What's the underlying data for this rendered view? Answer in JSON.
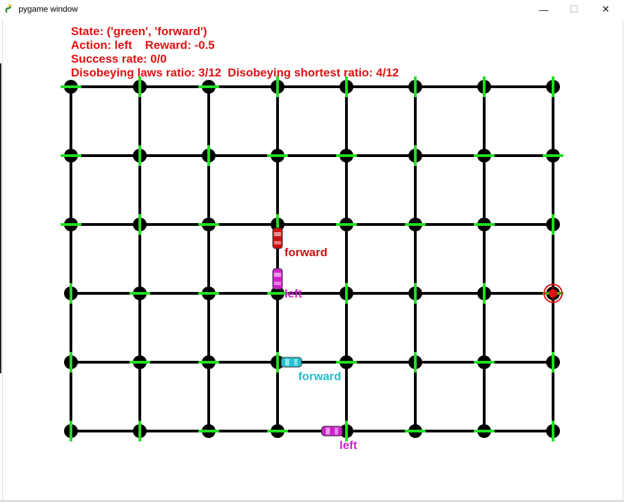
{
  "window": {
    "title": "pygame window",
    "minimize_glyph": "—",
    "maximize_glyph": "☐",
    "close_glyph": "✕"
  },
  "hud": {
    "state": "State: ('green', 'forward')",
    "action_reward": "Action: left    Reward: -0.5",
    "success_rate": "Success rate: 0/0",
    "ratios": "Disobeying laws ratio: 3/12  Disobeying shortest ratio: 4/12",
    "text_color": "#e01010"
  },
  "grid": {
    "columns": 8,
    "rows": 6,
    "road_color": "#000000",
    "light_color": "#22e022"
  },
  "cars": [
    {
      "id": "red",
      "color": "#cc1010",
      "label": "forward",
      "orientation": "vertical"
    },
    {
      "id": "magenta-1",
      "color": "#cc22cc",
      "label": "left",
      "orientation": "vertical"
    },
    {
      "id": "cyan",
      "color": "#22c0d0",
      "label": "forward",
      "orientation": "horizontal"
    },
    {
      "id": "magenta-2",
      "color": "#cc22cc",
      "label": "left",
      "orientation": "horizontal"
    }
  ],
  "target": {
    "color": "#e01010"
  }
}
